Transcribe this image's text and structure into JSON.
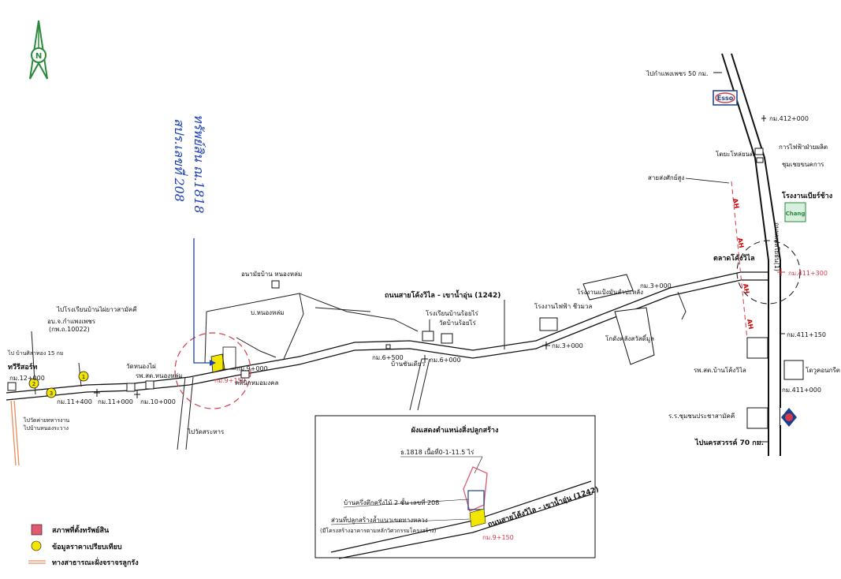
{
  "roads": {
    "main_road": "ถนนสายโค้งวิไล - เขาน้ำอุ่น (1242)",
    "highway_label": "ถนนพหลโยธิน(1)",
    "to_kamphaeng": "ไปกำแพงเพชร 50 กม.",
    "to_nakhon": "ไปนครสวรรค์ 70 กม.",
    "to_wat_sra": "ไปวัดสระหาร",
    "to_school": "ไปโรงเรียนบ้านไผ่ยาวสามัคคี",
    "to_ban_sila": "ไป บ้านศิลาทอง 15 กม",
    "to_wat_kham": "ไปวัดค่ายทหารงาน",
    "to_ban_nong": "ไปบ้านหนองระวาง"
  },
  "markers": {
    "km412_000": "กม.412+000",
    "km411_300": "กม.411+300",
    "km411_150": "กม.411+150",
    "km411_000": "กม.411+000",
    "km3_000a": "กม.3+000",
    "km3_000b": "กม.3+000",
    "km6_500": "กม.6+500",
    "km6_000": "กม.6+000",
    "km9_000": "กม.9+000",
    "km9_150": "กม.9+150",
    "km10_000": "กม.10+000",
    "km11_000": "กม.11+000",
    "km11_400": "กม.11+400",
    "km12_000": "กม.12+000"
  },
  "places": {
    "esso": "Esso",
    "chang": "Chang",
    "power_office": "การไฟฟ้าฝ่ายผลิต",
    "substation": "ชุมเชยขนคการ",
    "hotel": "โตยะโหล่ยนต์",
    "power_line": "สายส่งศักย์สูง",
    "brewery": "โรงงานเบียร์ช้าง",
    "market": "ตลาดโค้งวิไล",
    "hospital": "รพ.สต.บ้านโค้งวิไล",
    "school_right": "ร.ร.ชุมชนประชาสามัคคี",
    "concrete": "โดวูคอนกรีต",
    "rice_mill": "โรงงานแป้งมันสำปะหลัง",
    "warehouse": "โกดังคลังสวัสดิ์มูล",
    "power_station": "โรงงานไฟฟ้า ชีวมวล",
    "school_mid": "โรงเรียนบ้านร้อยไร่",
    "temple_mid": "วัดบ้านร้อยไร่",
    "village_mid": "บ้านชันเดียว",
    "village_nong": "บ.หนองหล่ม",
    "school_nong": "อนามัยบ้าน หนองหล่ม",
    "temple_nong": "วัดหนองไผ่",
    "clinic_nong": "รพ.สต.หนองหล่ม",
    "clinic2": "คลินิกหมอมงคล",
    "district": "อบ.จ.กำแพงเพชร",
    "district2": "(กพ.ถ.10022)",
    "thaweesod": "ทวีรีสอร์ท"
  },
  "comparables": [
    "1",
    "2",
    "3"
  ],
  "north_letter": "N",
  "handwriting": {
    "line1": "ทรัพย์สิน ณ.1818",
    "line2": "สปร.เลขที่ 208"
  },
  "inset": {
    "title": "ผังแสดงตำแหน่งสิ่งปลูกสร้าง",
    "deed": "ธ.1818 เนื้อที่0-1-11.5 ไร่",
    "house": "บ้านครึ่งตึกครึ่งไม้ 2 ชั้น เลขที่ 208",
    "encroach": "ส่วนที่ปลูกสร้างล้ำแนวเขตทางหลวง",
    "encroach_note": "(มีโครงสร้างอาคารตามหลักวิศวกรรมโครงสร้าง)",
    "road": "ถนนสายโค้งวิไล - เขาน้ำอุ่น (1242)",
    "km": "กม.9+150"
  },
  "legend": {
    "property": "สภาพที่ตั้งทรัพย์สิน",
    "comparable": "ข้อมูลราคาเปรียบเทียบ",
    "public_road": "ทางสาธารณะฝั่งจราจรลูกรัง"
  },
  "colors": {
    "property": "#e05a6e",
    "comparable": "#f2e600",
    "handwriting": "#1a3fb5",
    "circle": "#d43a4a",
    "north": "#2a8a3a",
    "road_orange": "#e98b5a"
  }
}
